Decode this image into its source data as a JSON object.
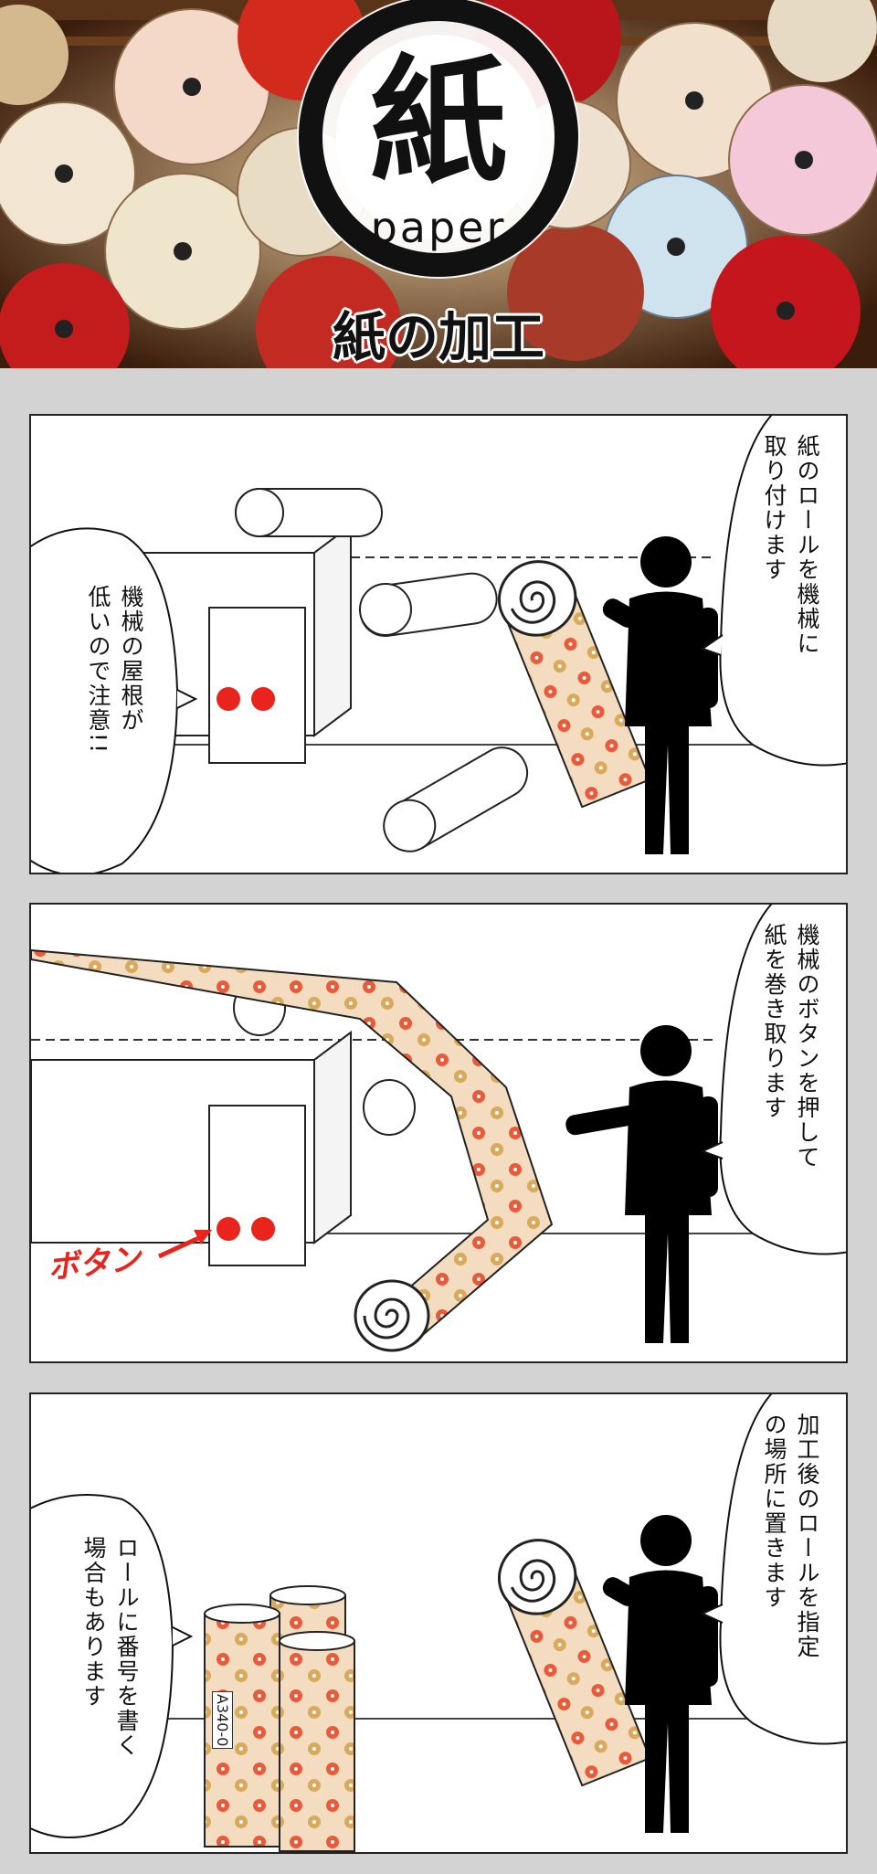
{
  "header": {
    "logo_kanji": "紙",
    "logo_english": "paper",
    "title": "紙の加工",
    "background_description_icon": "umbrella-pattern"
  },
  "panels": [
    {
      "speech_right": "紙のロールを機械に\n取り付けます",
      "speech_left": "機械の屋根が\n低いので注意!!"
    },
    {
      "speech_right": "機械のボタンを押して\n紙を巻き取ります",
      "button_label": "ボタン"
    },
    {
      "speech_right": "加工後のロールを指定\nの場所に置きます",
      "speech_left": "ロールに番号を書く\n場合もあります",
      "roll_number": "A340-0"
    }
  ],
  "colors": {
    "accent_red": "#e8241c",
    "paper_pattern_bg": "#f3dcc0",
    "paper_flower_red": "#e85a3a",
    "paper_flower_gold": "#d9a95c"
  }
}
